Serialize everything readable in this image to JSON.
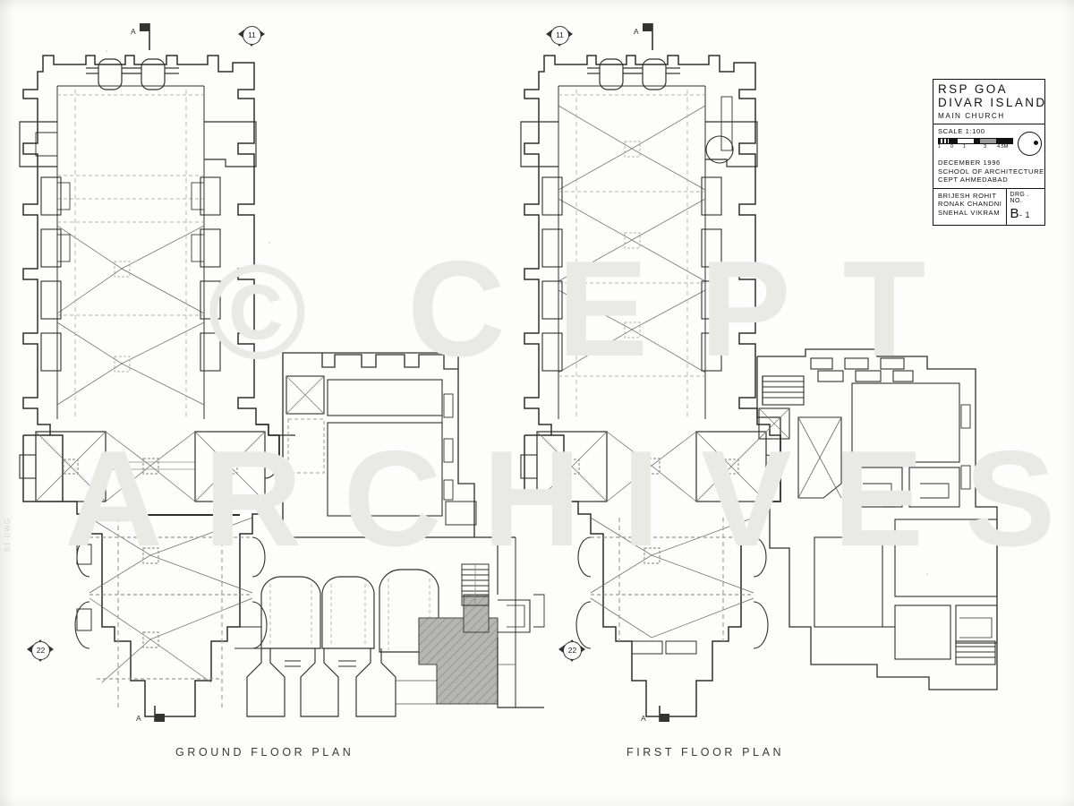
{
  "sheet": {
    "background": "#fdfdfb",
    "ink": "#2b2b2b",
    "watermark": {
      "symbol": "©",
      "word1": "CEPT",
      "word2": "ARCHIVES",
      "color": "#e9e9e6"
    },
    "side_code": "B1-DWG"
  },
  "title_block": {
    "project_line1": "RSP  GOA",
    "project_line2": "DIVAR  ISLAND",
    "subject": "MAIN    CHURCH",
    "scale_label": "SCALE   1:100",
    "scale_ticks": [
      "1",
      "0",
      "1",
      "3",
      "4.5M"
    ],
    "date": "DECEMBER  1996",
    "institution_line1": "SCHOOL OF ARCHITECTURE",
    "institution_line2": "CEPT AHMEDABAD",
    "authors": [
      "BRIJESH   ROHIT",
      "RONAK   CHANDNI",
      "SNEHAL  VIKRAM"
    ],
    "drg_no_label": "DRG . NO.",
    "drg_no_value": "B",
    "drg_no_suffix": "- 1",
    "compass": "north-point"
  },
  "plans": [
    {
      "id": "ground",
      "caption": "GROUND  FLOOR  PLAN"
    },
    {
      "id": "first",
      "caption": "FIRST   FLOOR   PLAN"
    }
  ],
  "markers": {
    "section_letter": "A",
    "grid_bubbles": [
      "11",
      "22",
      "11",
      "22"
    ]
  }
}
